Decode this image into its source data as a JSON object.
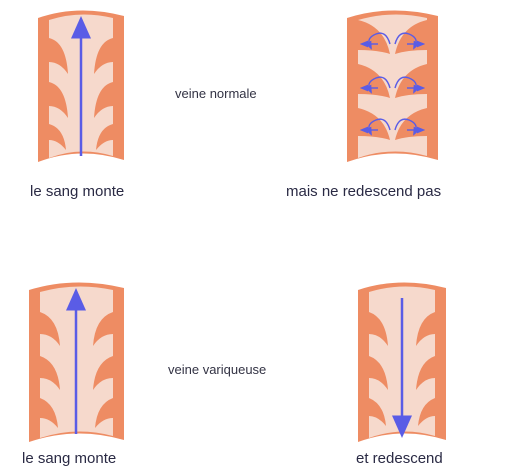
{
  "labels": {
    "top_left": "le sang monte",
    "top_right": "mais ne redescend pas",
    "normal": "veine normale",
    "varicose": "veine variqueuse",
    "bottom_left": "le sang monte",
    "bottom_right": "et redescend"
  },
  "colors": {
    "vein_wall": "#ee8c63",
    "vein_lumen": "#f6d9cc",
    "arrow": "#5a5ce6",
    "text": "#2a2a44"
  }
}
